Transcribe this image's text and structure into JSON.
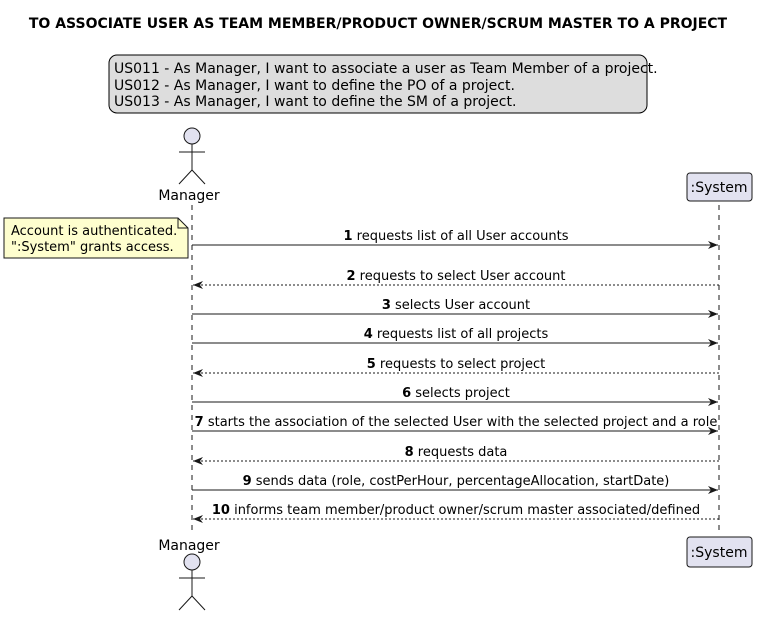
{
  "diagram": {
    "title": "TO ASSOCIATE USER AS TEAM MEMBER/PRODUCT OWNER/SCRUM MASTER TO A PROJECT",
    "legend": [
      "US011 - As Manager, I want to associate a user as Team Member of a project.",
      "US012 - As Manager, I want to define the PO of a project.",
      "US013 - As Manager, I want to define the SM of a project."
    ],
    "participants": {
      "manager": "Manager",
      "system": ":System"
    },
    "note": [
      "Account is authenticated.",
      "\":System\" grants access."
    ],
    "messages": [
      {
        "num": "1",
        "text": "requests list of all User accounts",
        "dir": "right",
        "style": "solid"
      },
      {
        "num": "2",
        "text": "requests to select User account",
        "dir": "left",
        "style": "dashed"
      },
      {
        "num": "3",
        "text": "selects User account",
        "dir": "right",
        "style": "solid"
      },
      {
        "num": "4",
        "text": "requests list of all projects",
        "dir": "right",
        "style": "solid"
      },
      {
        "num": "5",
        "text": "requests to select project",
        "dir": "left",
        "style": "dashed"
      },
      {
        "num": "6",
        "text": "selects project",
        "dir": "right",
        "style": "solid"
      },
      {
        "num": "7",
        "text": "starts the association of the selected User with the selected project and a role",
        "dir": "right",
        "style": "solid"
      },
      {
        "num": "8",
        "text": "requests data",
        "dir": "left",
        "style": "dashed"
      },
      {
        "num": "9",
        "text": "sends data (role, costPerHour, percentageAllocation, startDate)",
        "dir": "right",
        "style": "solid"
      },
      {
        "num": "10",
        "text": "informs team member/product owner/scrum master associated/defined",
        "dir": "left",
        "style": "dashed"
      }
    ]
  }
}
